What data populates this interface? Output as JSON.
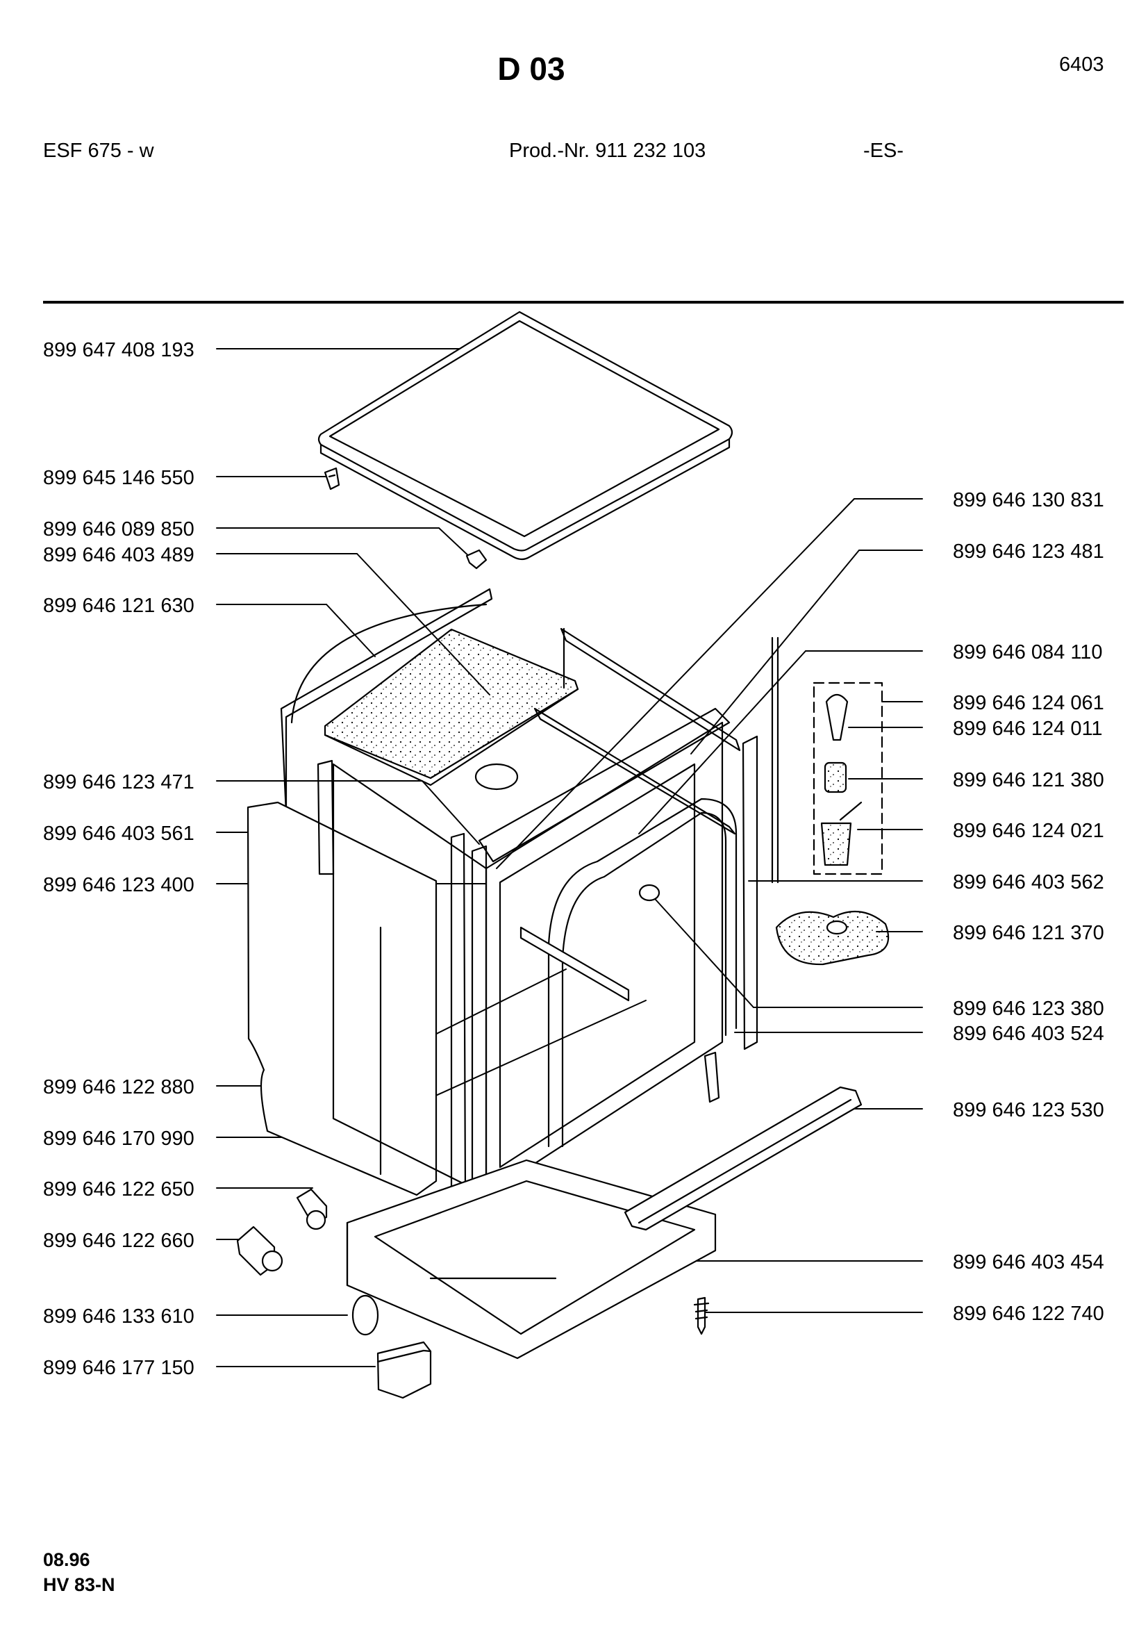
{
  "header": {
    "title": "D 03",
    "page_code": "6403",
    "model": "ESF 675 - w",
    "prod_nr": "Prod.-Nr. 911 232 103",
    "language": "-ES-"
  },
  "parts_left": [
    "899 647 408 193",
    "899 645 146 550",
    "899 646 089 850",
    "899 646 403 489",
    "899 646 121 630",
    "899 646 123 471",
    "899 646 403 561",
    "899 646 123 400",
    "899 646 122 880",
    "899 646 170 990",
    "899 646 122 650",
    "899 646 122 660",
    "899 646 133 610",
    "899 646 177 150"
  ],
  "parts_right": [
    "899 646 130 831",
    "899 646 123 481",
    "899 646 084 110",
    "899 646 124 061",
    "899 646 124 011",
    "899 646 121 380",
    "899 646 124 021",
    "899 646 403 562",
    "899 646 121 370",
    "899 646 123 380",
    "899 646 403 524",
    "899 646 123 530",
    "899 646 403 454",
    "899 646 122 740"
  ],
  "footer": {
    "date": "08.96",
    "doc_code": "HV 83-N"
  }
}
